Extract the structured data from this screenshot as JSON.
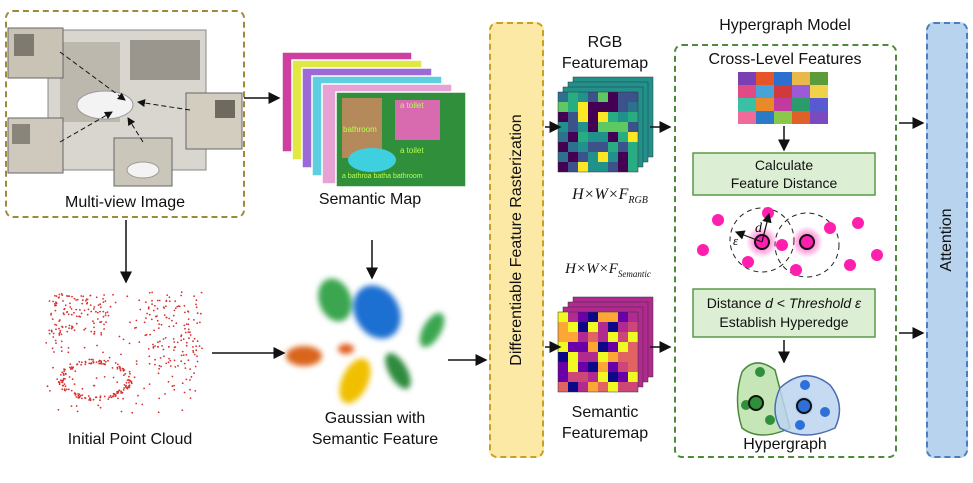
{
  "labels": {
    "multiview": "Multi-view Image",
    "semantic_map": "Semantic Map",
    "point_cloud": "Initial Point Cloud",
    "gaussian_line1": "Gaussian with",
    "gaussian_line2": "Semantic Feature",
    "rasterization": "Differentiable Feature Rasterization",
    "rgb_line1": "RGB",
    "rgb_line2": "Featuremap",
    "rgb_dims": "H×W×F",
    "rgb_sub": "RGB",
    "sem_dims": "H×W×F",
    "sem_sub": "Semantic",
    "sem_line1": "Semantic",
    "sem_line2": "Featuremap",
    "hypergraph_model": "Hypergraph Model",
    "cross_level": "Cross-Level Features",
    "calc_line1": "Calculate",
    "calc_line2": "Feature Distance",
    "dist_prefix": "Distance ",
    "dist_d": "d",
    "dist_mid": " < ",
    "dist_threshold": "Threshold ε",
    "establish": "Establish Hyperedge",
    "d_symbol": "d",
    "eps_symbol": "ε",
    "hypergraph": "Hypergraph",
    "attention": "Attention"
  },
  "semantic_tags": [
    "a toilet",
    "bathroom",
    "a toilet",
    "a bathroa batha bathroom"
  ],
  "colors": {
    "multiview_border": "#a08a3a",
    "raster_fill": "#fde9a6",
    "raster_border": "#c9a020",
    "hyper_border": "#4e8a3c",
    "step_fill": "#dcefd4",
    "step_border": "#5a9a46",
    "attention_fill": "#b8d3ee",
    "attention_border": "#4a7ec0",
    "node_pink": "#ff1fae",
    "point_red": "#d83030"
  }
}
